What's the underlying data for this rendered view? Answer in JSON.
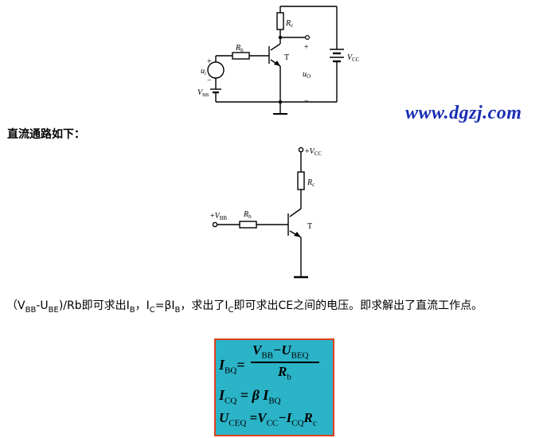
{
  "top_circuit": {
    "rc": "R",
    "rc_sub": "c",
    "rb": "R",
    "rb_sub": "b",
    "transistor": "T",
    "plus_out": "+",
    "minus_out": "−",
    "uo": "u",
    "uo_sub": "O",
    "ui": "u",
    "ui_sub": "i",
    "plus_in": "+",
    "minus_in": "−",
    "vbb": "V",
    "vbb_sub": "BB",
    "vcc": "V",
    "vcc_sub": "CC"
  },
  "watermark": "www.dgzj.com",
  "heading": "直流通路如下：",
  "dc_circuit": {
    "vcc_plus": "+",
    "vcc": "V",
    "vcc_sub": "CC",
    "rc": "R",
    "rc_sub": "c",
    "vbb_plus": "+",
    "vbb": "V",
    "vbb_sub": "BB",
    "rb": "R",
    "rb_sub": "b",
    "transistor": "T"
  },
  "paragraph": {
    "p1": "（V",
    "s1": "BB",
    "p2": "-U",
    "s2": "BE",
    "p3": ")/Rb即可求出I",
    "s3": "B",
    "p4": "，I",
    "s4": "C",
    "p5": "=βI",
    "s5": "B",
    "p6": "，求出了I",
    "s6": "C",
    "p7": "即可求出CE之间的电压。即求解出了直流工作点。"
  },
  "formulas": {
    "ibq": "I",
    "ibq_sub": "BQ",
    "eq1": "=",
    "num_v": "V",
    "num_v_sub": "BB",
    "num_minus": "−",
    "num_u": "U",
    "num_u_sub": "BEQ",
    "den": "R",
    "den_sub": "b",
    "icq": "I",
    "icq_sub": "CQ",
    "eq2": "=",
    "beta": "β",
    "ibq2": "I",
    "ibq2_sub": "BQ",
    "uceq": "U",
    "uceq_sub": "CEQ",
    "eq3": "=",
    "vcc": "V",
    "vcc_sub": "CC",
    "minus3": "−",
    "icq2": "I",
    "icq2_sub": "CQ",
    "rc": "R",
    "rc_sub": "c"
  }
}
